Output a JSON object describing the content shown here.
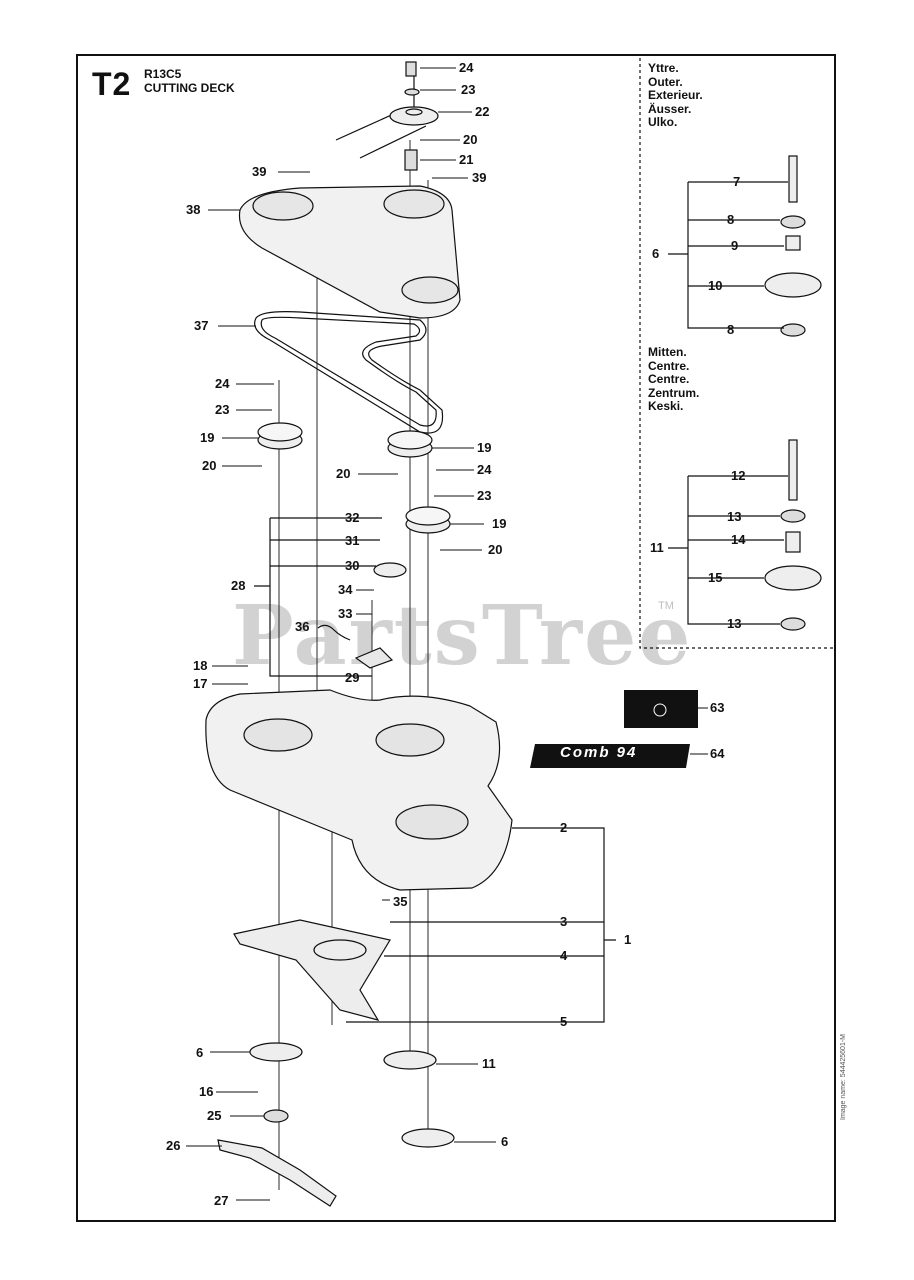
{
  "header": {
    "code": "T2",
    "model": "R13C5",
    "section": "CUTTING DECK"
  },
  "outer_legend": [
    "Yttre.",
    "Outer.",
    "Exterieur.",
    "Äusser.",
    "Ulko."
  ],
  "center_legend": [
    "Mitten.",
    "Centre.",
    "Centre.",
    "Zentrum.",
    "Keski."
  ],
  "watermark": "PartsTree",
  "trademark": "TM",
  "decal_text": "Comb 94",
  "image_id": "Image name: 544425601-M",
  "labels": {
    "l24a": "24",
    "l23a": "23",
    "l22": "22",
    "l20a": "20",
    "l21": "21",
    "l39a": "39",
    "l39b": "39",
    "l38": "38",
    "l37": "37",
    "l24b": "24",
    "l23b": "23",
    "l19a": "19",
    "l20b": "20",
    "l19b": "19",
    "l20c": "20",
    "l24c": "24",
    "l23c": "23",
    "l32": "32",
    "l19c": "19",
    "l31": "31",
    "l20d": "20",
    "l30": "30",
    "l28": "28",
    "l34": "34",
    "l33": "33",
    "l36": "36",
    "l18": "18",
    "l29": "29",
    "l17": "17",
    "l63": "63",
    "l64": "64",
    "l2": "2",
    "l1": "1",
    "l35": "35",
    "l3": "3",
    "l4": "4",
    "l5": "5",
    "l6a": "6",
    "l11a": "11",
    "l16": "16",
    "l25": "25",
    "l26": "26",
    "l6b": "6",
    "l27": "27",
    "l7": "7",
    "l8a": "8",
    "l6c": "6",
    "l9": "9",
    "l10": "10",
    "l8b": "8",
    "l12": "12",
    "l13a": "13",
    "l11b": "11",
    "l14": "14",
    "l15": "15",
    "l13b": "13"
  }
}
